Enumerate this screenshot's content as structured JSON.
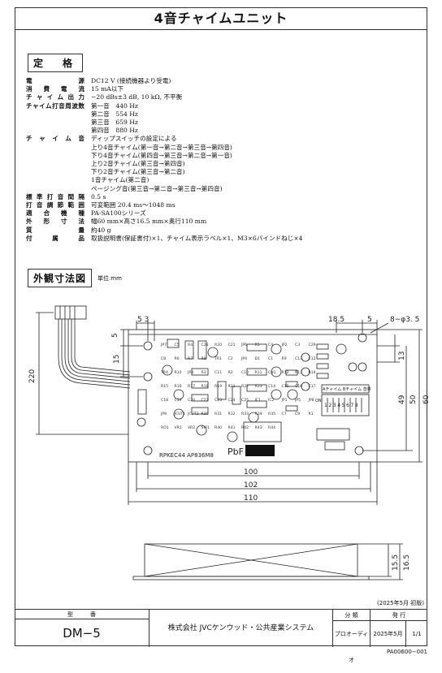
{
  "title": "4音チャイムユニット",
  "spec_heading": "定　格",
  "specs": [
    {
      "label": "電源",
      "value": "DC12 V (接続機器より受電)"
    },
    {
      "label": "消費電流",
      "value": "15 mA以下"
    },
    {
      "label": "チャイム出力",
      "value": "−20 dBs±3 dB, 10 kΩ, 不平衡"
    },
    {
      "label": "チャイム打音周波数",
      "value": "第一音　440 Hz"
    },
    {
      "label": "",
      "value": "第二音　554 Hz"
    },
    {
      "label": "",
      "value": "第三音　659 Hz"
    },
    {
      "label": "",
      "value": "第四音　880 Hz"
    },
    {
      "label": "チャイム音",
      "value": "ディップスイッチの設定による"
    },
    {
      "label": "",
      "value": "上り4音チャイム(第一音→第二音→第三音→第四音)"
    },
    {
      "label": "",
      "value": "下り4音チャイム(第四音→第三音→第二音→第一音)"
    },
    {
      "label": "",
      "value": "上り2音チャイム(第三音→第四音)"
    },
    {
      "label": "",
      "value": "下り2音チャイム(第三音→第二音)"
    },
    {
      "label": "",
      "value": "1音チャイム(第二音)"
    },
    {
      "label": "",
      "value": "ページング音(第三音→第二音→第三音→第四音)"
    },
    {
      "label": "標準打音間隔",
      "value": "0.5 s"
    },
    {
      "label": "打音調節範囲",
      "value": "可変範囲 20.4 ms〜1048 ms"
    },
    {
      "label": "適合機種",
      "value": "PA-SA100シリーズ"
    },
    {
      "label": "外形寸法",
      "value": "幅60 mm×高さ16.5 mm×奥行110 mm"
    },
    {
      "label": "質量",
      "value": "約40 g"
    },
    {
      "label": "付属品",
      "value": "取扱説明書(保証書付)×1、チャイム表示ラベル×1、M3×6バインドねじ×4"
    }
  ],
  "dims_heading": "外観寸法図",
  "unit_note": "単位:mm",
  "drawing": {
    "d_53": "5 3",
    "d_5_left": "5",
    "d_15": "15",
    "d_220": "220",
    "d_185": "18.5",
    "d_5_right": "5",
    "holes": "8−φ3. 5",
    "d_13": "13",
    "d_49": "49",
    "d_50": "50",
    "d_60": "60",
    "d_100": "100",
    "d_102": "102",
    "d_110": "110",
    "d_155": "15.5",
    "d_165": "16.5",
    "pcb_text": "RPKEC44  AP836M8",
    "pbf": "PbF",
    "dip_label": "Aチャイム Bチャイム 音量",
    "dip_numbers": "12345678",
    "sw_on": "ON",
    "components": [
      "JP7",
      "C5",
      "R4",
      "C28",
      "R20",
      "C21",
      "JP6",
      "R5",
      "C4",
      "JP2",
      "C3",
      "C29",
      "C8",
      "R6",
      "R7",
      "R8",
      "TR1",
      "C2",
      "JP4",
      "D1",
      "C1",
      "R9",
      "C13",
      "C12",
      "TR4",
      "R10",
      "JP3",
      "R3",
      "C11",
      "R2",
      "C10",
      "R11",
      "CN1",
      "R12",
      "R13",
      "R14",
      "R15",
      "R16",
      "R17",
      "R18",
      "R19",
      "R21",
      "R22",
      "R23",
      "C14",
      "C15",
      "C16",
      "C17",
      "C18",
      "C19",
      "C20",
      "C22",
      "C23",
      "C24",
      "C25",
      "IC1",
      "IC2",
      "JP1",
      "JP5",
      "JP8",
      "JP9",
      "JCUT1",
      "JCUT2",
      "R30",
      "R31",
      "R32",
      "R33",
      "R34",
      "R35",
      "C7",
      "C9",
      "R1",
      "RO1",
      "VR1",
      "VR2",
      "SW1",
      "R40",
      "R41",
      "R42",
      "R43",
      "R44"
    ]
  },
  "edition": "(2025年5月 初版)",
  "footer": {
    "model_label": "型　　　番",
    "model": "DM−5",
    "company": "株式会社 JVCケンウッド・公共産業システム",
    "cat_label": "分 類",
    "cat_value": "プロオーディオ",
    "issue_label": "発 行",
    "issue_value": "2025年5月",
    "page": "1/1"
  },
  "doc_no": "PA00600−001"
}
